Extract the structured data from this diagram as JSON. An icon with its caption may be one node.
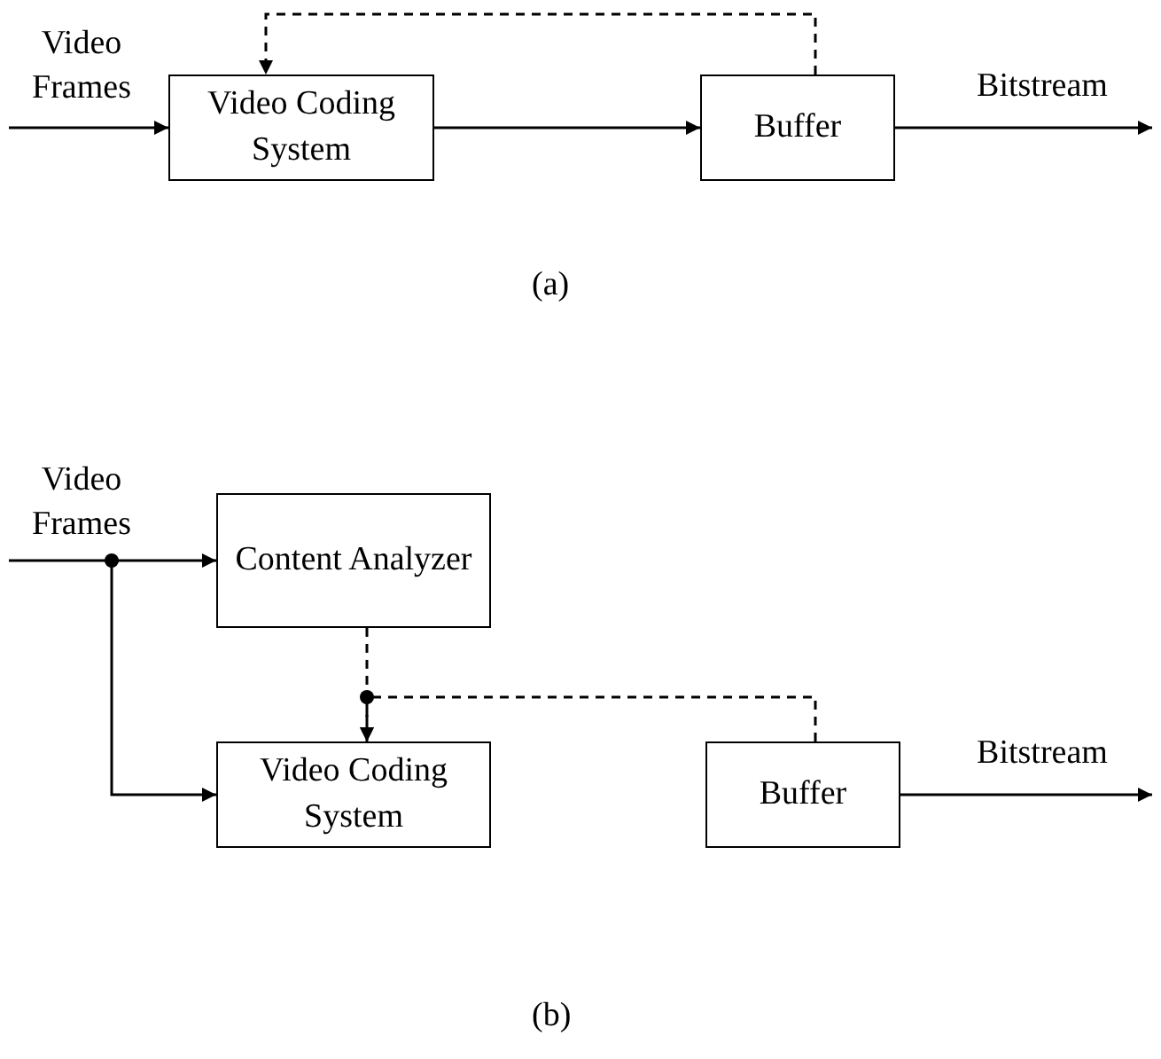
{
  "diagram": {
    "nodes": [
      {
        "text": [
          "Video Coding System"
        ]
      },
      {
        "text": [
          "Buffer"
        ]
      },
      {
        "text": [
          "Content Analyzer"
        ]
      },
      {
        "text": [
          "Video Coding System"
        ]
      },
      {
        "text": [
          "Buffer"
        ]
      }
    ],
    "edges": [
      {
        "from": null,
        "to": 0,
        "arrow": "to",
        "label": "Video Frames"
      },
      {
        "from": 0,
        "to": 1,
        "arrow": "to"
      },
      {
        "from": 1,
        "to": 0,
        "arrow": "to",
        "style": "dashed"
      },
      {
        "from": 1,
        "to": null,
        "arrow": "to",
        "label": "Bitstream"
      },
      {
        "from": null,
        "to": 2,
        "arrow": "to",
        "label": "Video Frames"
      },
      {
        "from": null,
        "to": 3,
        "arrow": "to"
      },
      {
        "from": 2,
        "to": 3,
        "arrow": "to",
        "style": "dashed"
      },
      {
        "from": 4,
        "to": 3,
        "arrow": "to",
        "style": "dashed"
      },
      {
        "from": 4,
        "to": null,
        "arrow": "to",
        "label": "Bitstream"
      }
    ],
    "labels": [
      "(a)",
      "(b)"
    ]
  }
}
